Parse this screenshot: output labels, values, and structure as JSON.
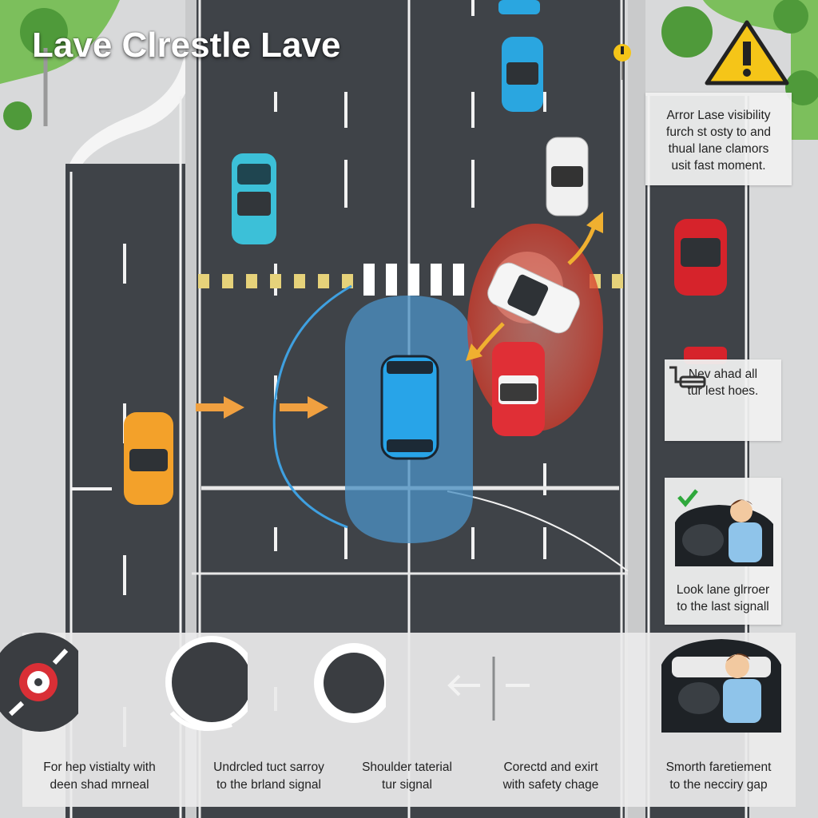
{
  "title": "Lave Clrestle Lave",
  "panels": {
    "top_right": [
      "Arror Lase visibility",
      "furch st osty to and",
      "thual lane clamors",
      "usit fast moment."
    ],
    "middle_right": [
      "Nev ahad all",
      "tur lest hoes."
    ],
    "driver_card": [
      "Look lane glrroer",
      "to the last signall"
    ]
  },
  "tiles": [
    {
      "id": "mirror",
      "icon": "blind-spot-mirror-icon",
      "lines": [
        "For hep vistialty with",
        "deen shad mrneal"
      ]
    },
    {
      "id": "circle-open",
      "icon": "open-circle-icon",
      "lines": [
        "Undrcled tuct sarroy",
        "to the brland signal"
      ]
    },
    {
      "id": "circle-full",
      "icon": "filled-circle-icon",
      "lines": [
        "Shoulder taterial",
        "tur signal"
      ]
    },
    {
      "id": "arrows",
      "icon": "left-right-arrows-icon",
      "lines": [
        "Corectd and exirt",
        "with safety chage"
      ]
    },
    {
      "id": "driver",
      "icon": "driver-in-car-icon",
      "lines": [
        "Smorth faretiement",
        "to the necciry gap"
      ]
    }
  ],
  "colors": {
    "road": "#3f4348",
    "lane_marking": "#f2f2f2",
    "ego_zone": "#4a90c2",
    "danger_zone": "#e05a3c",
    "arrow_orange": "#f0a040",
    "warning_yellow": "#f5c518",
    "grass": "#7cbf5c"
  }
}
